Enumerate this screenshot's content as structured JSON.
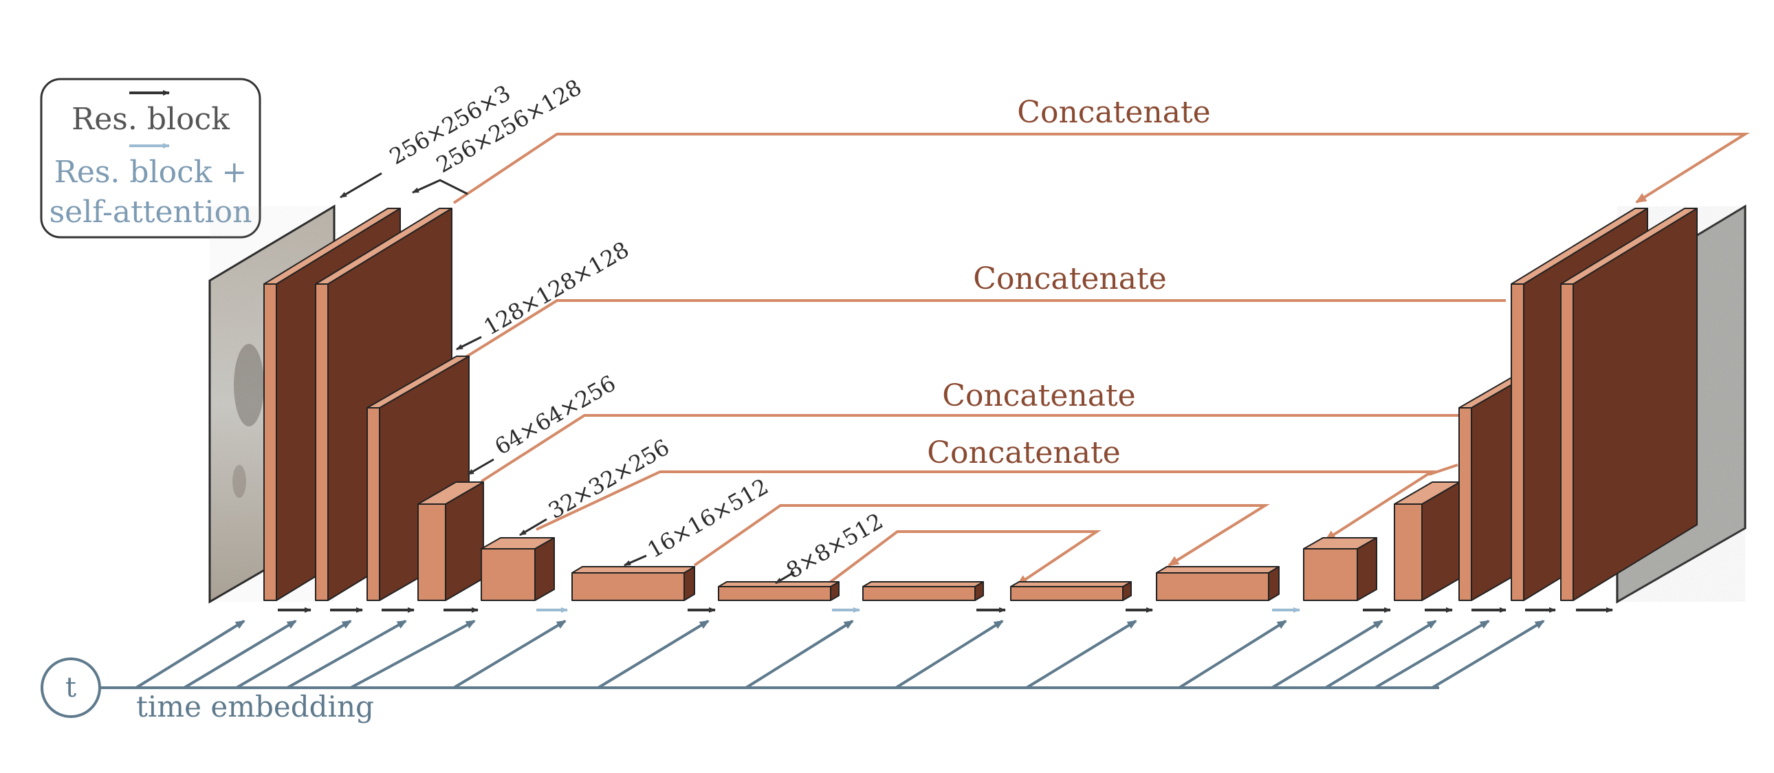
{
  "legend": {
    "res_block": "Res. block",
    "res_attention_line1": "Res. block +",
    "res_attention_line2": "self-attention"
  },
  "concatenate_label": "Concatenate",
  "dimensions": {
    "d1": "256×256×3",
    "d2": "256×256×128",
    "d3": "128×128×128",
    "d4": "64×64×256",
    "d5": "32×32×256",
    "d6": "16×16×512",
    "d7": "8×8×512"
  },
  "time": {
    "symbol": "t",
    "label": "time embedding"
  },
  "colors": {
    "block_front": "#d58d6b",
    "block_side": "#6b3523",
    "block_top": "#e3a587",
    "skip_line": "#d48a68",
    "res_arrow": "#333333",
    "attn_arrow": "#9bbbd2",
    "time_line": "#5e7a8c",
    "concat_text": "#8a4a32"
  }
}
